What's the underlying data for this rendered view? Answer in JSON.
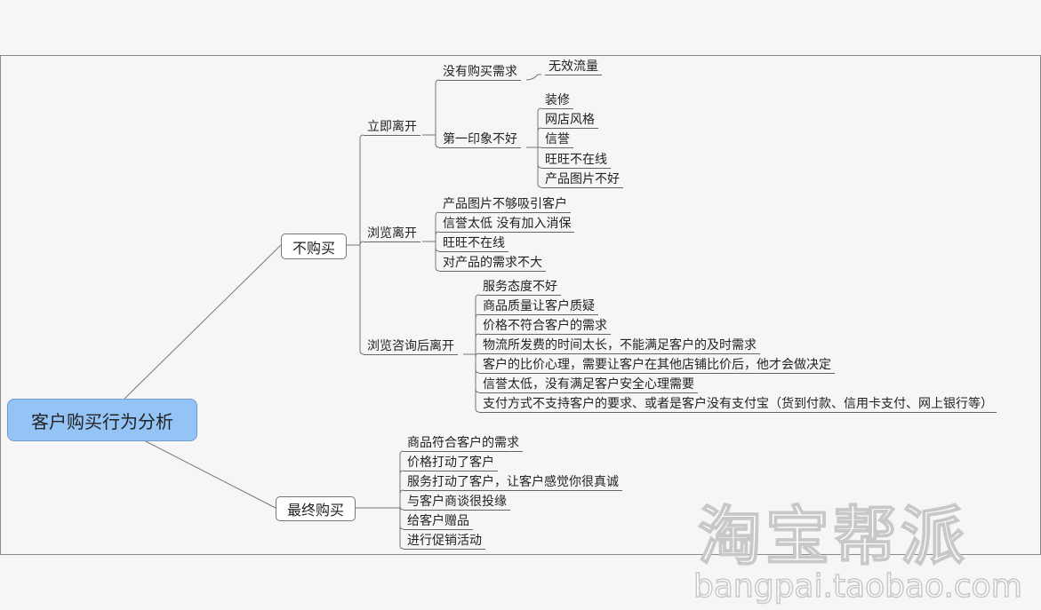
{
  "root": "客户购买行为分析",
  "no_buy": {
    "label": "不购买",
    "leave_now": {
      "label": "立即离开",
      "no_need": {
        "label": "没有购买需求",
        "children": [
          "无效流量"
        ]
      },
      "bad_first_impression": {
        "label": "第一印象不好",
        "children": [
          "装修",
          "网店风格",
          "信誉",
          "旺旺不在线",
          "产品图片不好"
        ]
      }
    },
    "browse_leave": {
      "label": "浏览离开",
      "children": [
        "产品图片不够吸引客户",
        "信誉太低 没有加入消保",
        "旺旺不在线",
        "对产品的需求不大"
      ]
    },
    "consult_leave": {
      "label": "浏览咨询后离开",
      "children": [
        "服务态度不好",
        "商品质量让客户质疑",
        "价格不符合客户的需求",
        "物流所发费的时间太长，不能满足客户的及时需求",
        "客户的比价心理，需要让客户在其他店铺比价后，他才会做决定",
        "信誉太低，没有满足客户安全心理需要",
        "支付方式不支持客户的要求、或者是客户没有支付宝（货到付款、信用卡支付、网上银行等）"
      ]
    }
  },
  "buy": {
    "label": "最终购买",
    "children": [
      "商品符合客户的需求",
      "价格打动了客户",
      "服务打动了客户，让客户感觉你很真诚",
      "与客户商谈很投缘",
      "给客户赠品",
      "进行促销活动"
    ]
  },
  "watermark": {
    "logo": "淘宝帮派",
    "url": "bangpai.taobao.com"
  },
  "colors": {
    "root_fill": "#94c3f5",
    "line": "#777777"
  }
}
